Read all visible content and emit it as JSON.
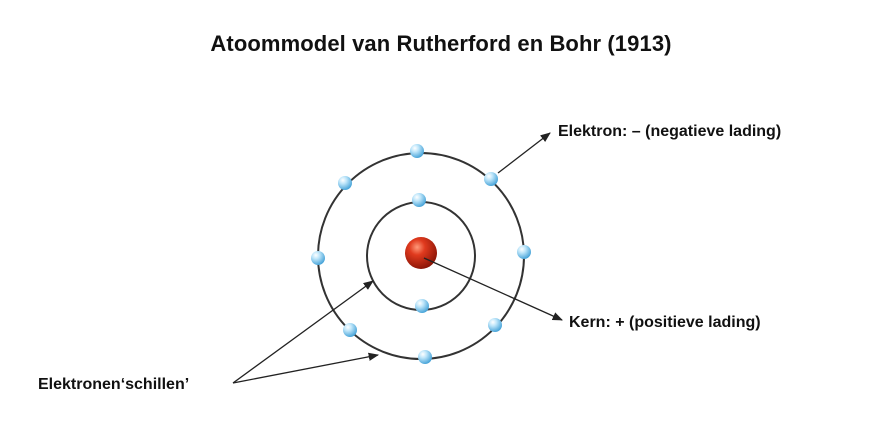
{
  "title": "Atoommodel van Rutherford en Bohr (1913)",
  "labels": {
    "electron": "Elektron: – (negatieve lading)",
    "nucleus": "Kern: + (positieve lading)",
    "shells": "Elektronen‘schillen’"
  },
  "shells": [
    {
      "name": "inner-shell",
      "electron_count": 2
    },
    {
      "name": "outer-shell",
      "electron_count": 8
    }
  ],
  "colors": {
    "nucleus": "#c42410",
    "electron": "#7ec8ef",
    "orbit": "#333333",
    "text": "#111111",
    "arrow": "#222222"
  }
}
